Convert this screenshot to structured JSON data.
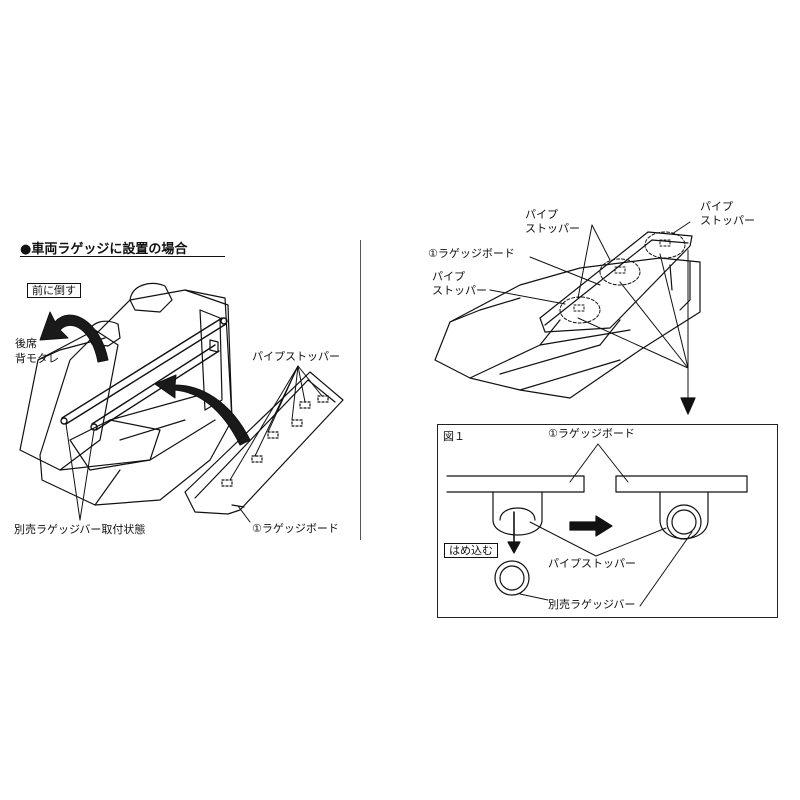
{
  "left": {
    "title": "●車両ラゲッジに設置の場合",
    "fold_forward": "前に倒す",
    "rear_seat_line1": "後席",
    "rear_seat_line2": "背モタレ",
    "pipe_stopper": "パイプストッパー",
    "bar_installed": "別売ラゲッジバー取付状態",
    "luggage_board": "①ラゲッジボード"
  },
  "right": {
    "pipe_stopper_a1": "パイプ",
    "pipe_stopper_a2": "ストッパー",
    "pipe_stopper_b1": "パイプ",
    "pipe_stopper_b2": "ストッパー",
    "pipe_stopper_c1": "パイプ",
    "pipe_stopper_c2": "ストッパー",
    "luggage_board": "①ラゲッジボード"
  },
  "figure1": {
    "label": "図１",
    "luggage_board": "①ラゲッジボード",
    "snap_in": "はめ込む",
    "pipe_stopper": "パイプストッパー",
    "luggage_bar": "別売ラゲッジバー"
  }
}
